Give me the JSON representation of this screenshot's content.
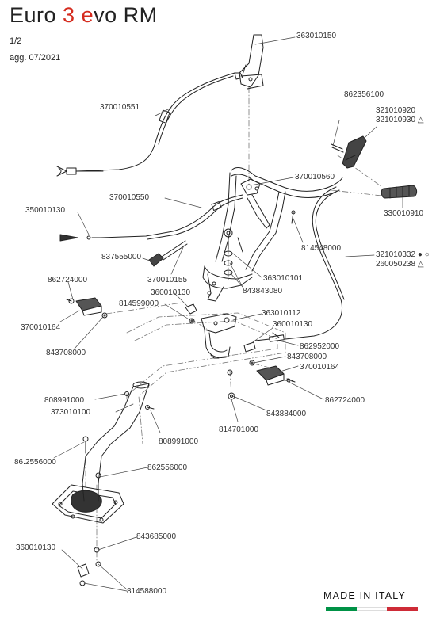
{
  "header": {
    "title_prefix": "Euro ",
    "title_num": "3",
    "title_space": " ",
    "title_e": "e",
    "title_rest": "vo RM",
    "page": "1/2",
    "updated": "agg. 07/2021"
  },
  "labels": {
    "p363010150": "363010150",
    "p370010551": "370010551",
    "p862356100": "862356100",
    "p321010920": "321010920",
    "p321010930": "321010930 △",
    "p370010560": "370010560",
    "p370010550": "370010550",
    "p350010130": "350010130",
    "p330010910": "330010910",
    "p814548000": "814548000",
    "p837555000": "837555000",
    "p321010332": "321010332 ● ○",
    "p260050238": "260050238 △",
    "p862724000a": "862724000",
    "p370010155": "370010155",
    "p363010101": "363010101",
    "p360010130a": "360010130",
    "p843843080": "843843080",
    "p814599000": "814599000",
    "p370010164a": "370010164",
    "p363010112": "363010112",
    "p360010130b": "360010130",
    "p843708000a": "843708000",
    "p862952000": "862952000",
    "p843708000b": "843708000",
    "p370010164b": "370010164",
    "p808991000a": "808991000",
    "p862724000b": "862724000",
    "p373010100": "373010100",
    "p843884000": "843884000",
    "p814701000": "814701000",
    "p808991000b": "808991000",
    "p862556000a": "86.2556000",
    "p862556000b": "862556000",
    "p843685000": "843685000",
    "p360010130c": "360010130",
    "p814588000": "814588000"
  },
  "footer": {
    "made_in": "MADE IN ITALY",
    "flag_colors": [
      "#009246",
      "#ffffff",
      "#ce2b37"
    ]
  },
  "colors": {
    "accent": "#d52b1e"
  }
}
